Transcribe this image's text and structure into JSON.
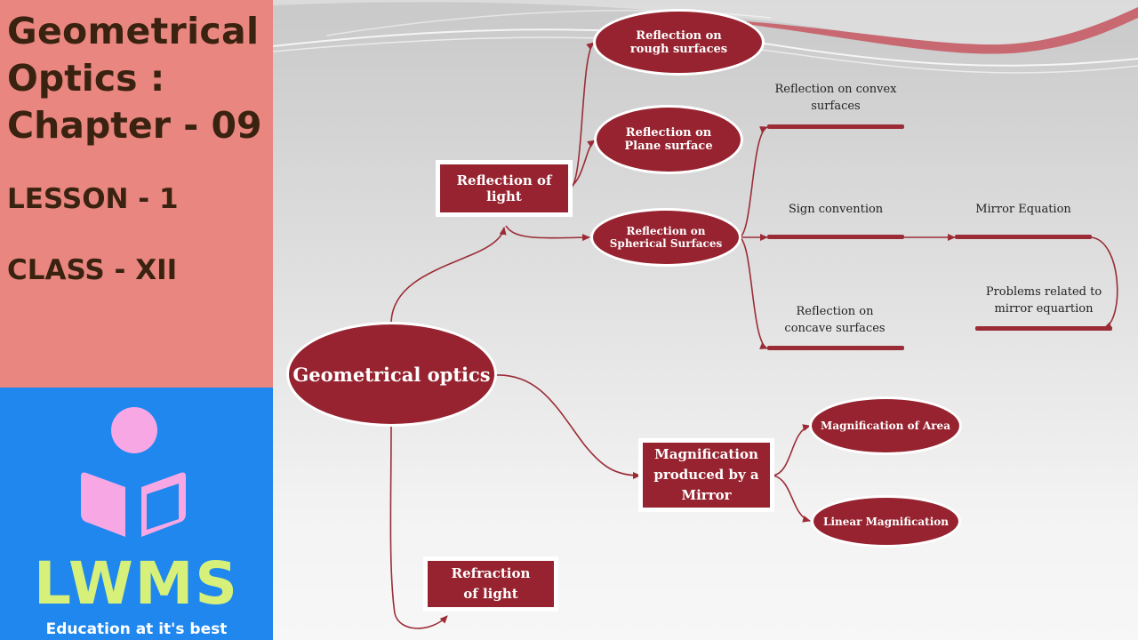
{
  "sidebar": {
    "title_line1": "Geometrical",
    "title_line2": "Optics :",
    "title_line3": "Chapter - 09",
    "lesson": "LESSON - 1",
    "class": "CLASS - XII"
  },
  "logo": {
    "brand": "LWMS",
    "tagline": "Education at it's best",
    "icon": "reading-person-book-icon"
  },
  "diagram": {
    "root": "Geometrical optics",
    "reflection_of_light": "Reflection of light",
    "reflection_rough": "Reflection on rough surfaces",
    "reflection_plane": "Reflection on Plane surface",
    "reflection_spherical": "Reflection on Spherical Surfaces",
    "convex": "Reflection on convex surfaces",
    "sign_convention": "Sign convention",
    "mirror_equation": "Mirror Equation",
    "problems": "Problems related to mirror equartion",
    "concave": "Reflection on concave surfaces",
    "magnification_mirror": "Magnification produced by a Mirror",
    "magnification_area": "Magnification of Area",
    "linear_magnification": "Linear Magnification",
    "refraction": "Refraction of light"
  },
  "colors": {
    "node_fill": "#96232f",
    "connector": "#9b2c36",
    "sidebar_top": "#e8867f",
    "sidebar_bottom": "#1f87ee",
    "title_text": "#3a2210",
    "brand_text": "#d6f07a"
  }
}
